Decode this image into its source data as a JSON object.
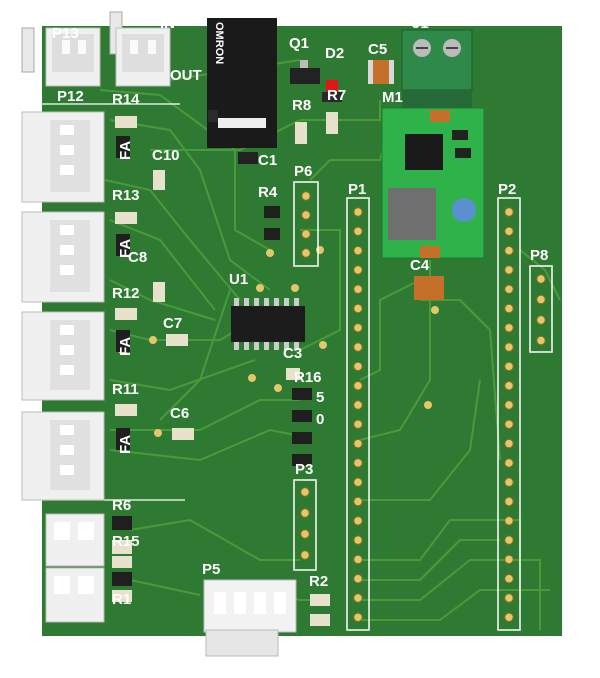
{
  "board": {
    "colors": {
      "pcb": "#2e7a32",
      "trace": "#4a9a3c",
      "pad": "#e3c76a",
      "silk": "#ffffff",
      "connector": "#f0f0f0",
      "module": "#2fb24a",
      "relay": "#1a1a1a",
      "smd_dark": "#1f1f1f",
      "cap_orange": "#c5702a",
      "led_red": "#e01515"
    },
    "labels": {
      "p13": "P13",
      "in": "IN",
      "out": "OUT",
      "p12": "P12",
      "r14": "R14",
      "omron": "OMRON",
      "q1": "Q1",
      "d2": "D2",
      "c5": "C5",
      "j1": "J1",
      "r8": "R8",
      "r7": "R7",
      "m1": "M1",
      "fan1": "FA",
      "c10": "C10",
      "c1": "C1",
      "p6": "P6",
      "r13": "R13",
      "r4": "R4",
      "p1": "P1",
      "p2": "P2",
      "fan2": "FA",
      "c8": "C8",
      "p8": "P8",
      "c4": "C4",
      "r12": "R12",
      "u1": "U1",
      "c7": "C7",
      "fan3": "FA",
      "c3": "C3",
      "r16": "R16",
      "r11": "R11",
      "r5": "5",
      "c6": "C6",
      "r10": "0",
      "fan4": "FA",
      "p3": "P3",
      "r6": "R6",
      "r15": "R15",
      "r1": "R1",
      "p5": "P5",
      "r2": "R2"
    }
  }
}
